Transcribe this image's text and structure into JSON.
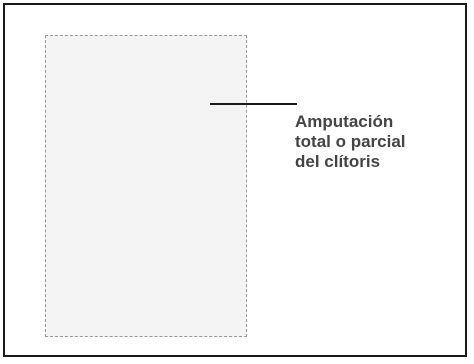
{
  "label": {
    "lines": [
      "Amputación",
      "total o parcial",
      "del clítoris"
    ]
  }
}
